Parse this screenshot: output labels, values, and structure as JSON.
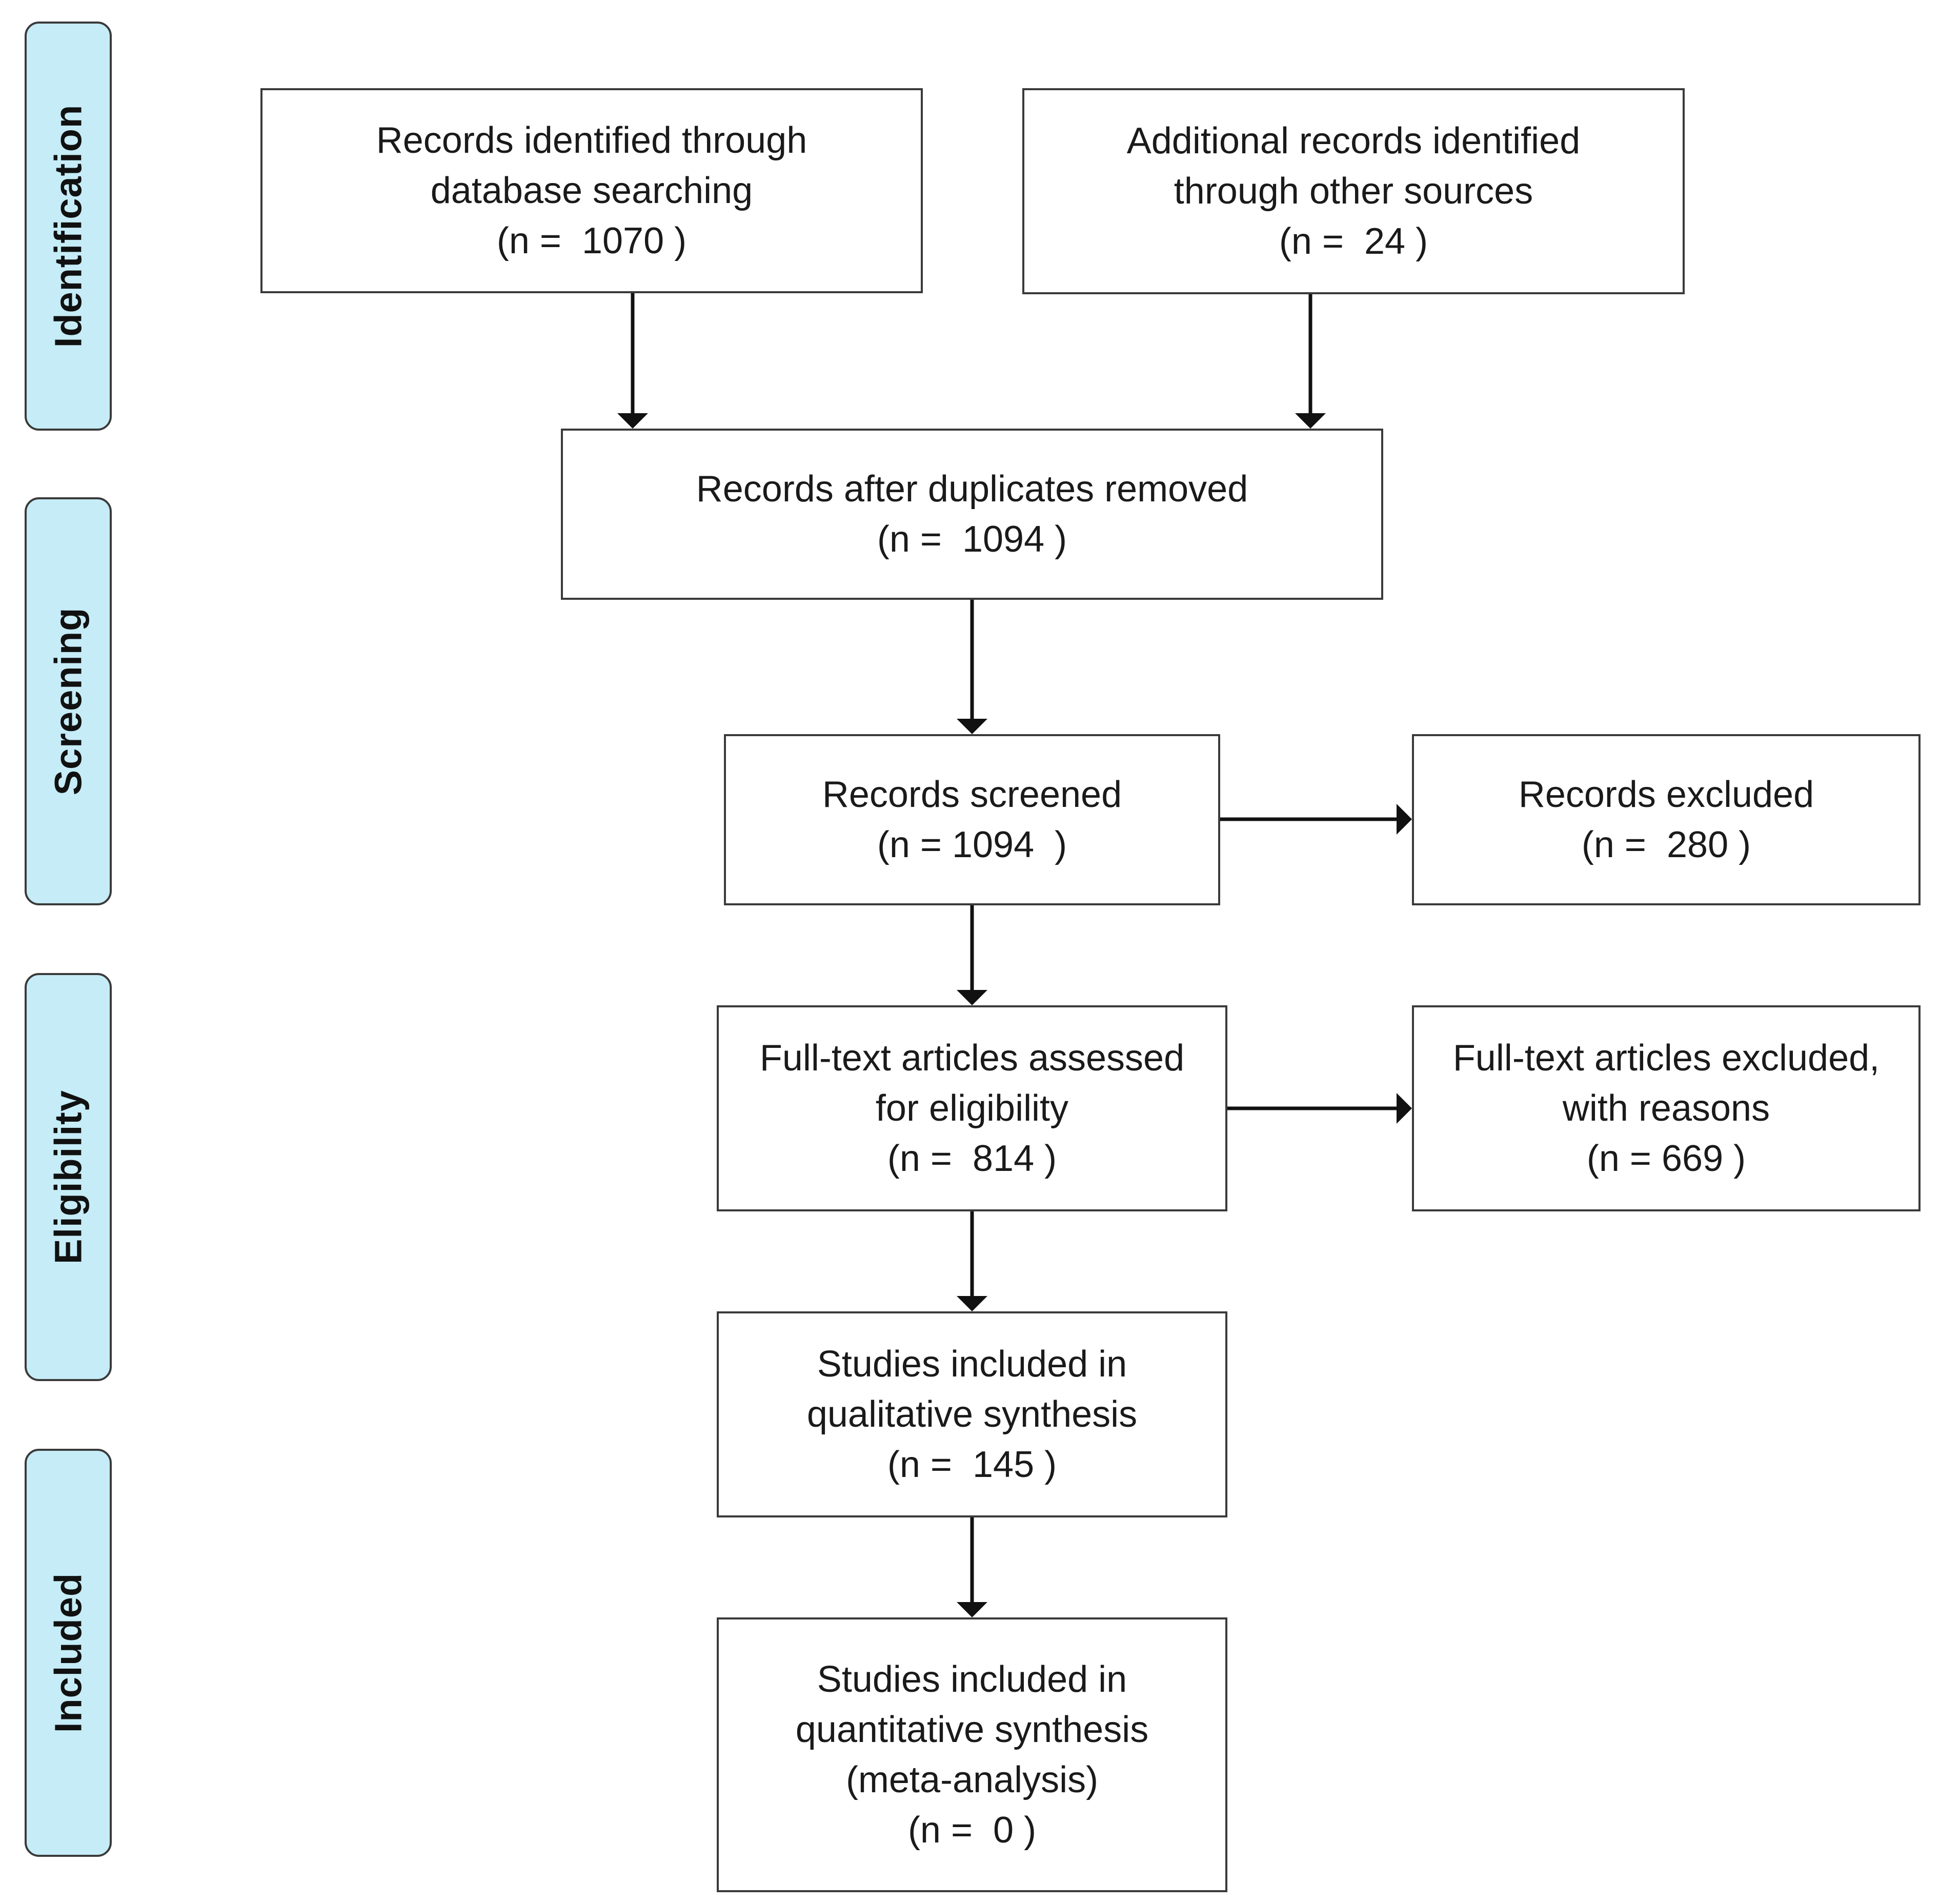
{
  "colors": {
    "phase_fill": "#c5ecf7",
    "border": "#3a3a3a",
    "arrow": "#111111"
  },
  "phases": {
    "identification": "Identification",
    "screening": "Screening",
    "eligibility": "Eligibility",
    "included": "Included"
  },
  "boxes": {
    "database_records": {
      "lines": [
        "Records identified through",
        "database searching",
        "(n =  1070 )"
      ]
    },
    "other_records": {
      "lines": [
        "Additional records identified",
        "through other sources",
        "(n =  24 )"
      ]
    },
    "after_duplicates": {
      "lines": [
        "Records after duplicates removed",
        "(n =  1094 )"
      ]
    },
    "screened": {
      "lines": [
        "Records screened",
        "(n = 1094  )"
      ]
    },
    "excluded": {
      "lines": [
        "Records excluded",
        "(n =  280 )"
      ]
    },
    "fulltext_assessed": {
      "lines": [
        "Full-text articles assessed",
        "for eligibility",
        "(n =  814 )"
      ]
    },
    "fulltext_excluded": {
      "lines": [
        "Full-text articles excluded,",
        "with reasons",
        "(n = 669 )"
      ]
    },
    "qualitative": {
      "lines": [
        "Studies included in",
        "qualitative synthesis",
        "(n =  145 )"
      ]
    },
    "quantitative": {
      "lines": [
        "Studies included in",
        "quantitative synthesis",
        "(meta-analysis)",
        "(n =  0 )"
      ]
    }
  }
}
